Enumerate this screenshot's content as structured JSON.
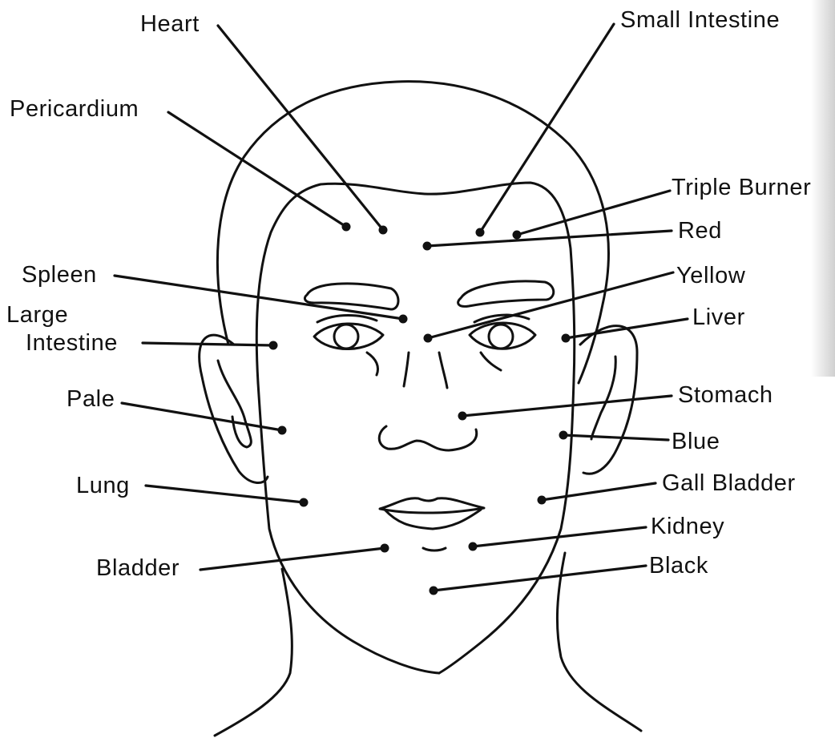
{
  "diagram": {
    "labels": {
      "heart": "Heart",
      "small_intestine": "Small Intestine",
      "pericardium": "Pericardium",
      "triple_burner": "Triple Burner",
      "red": "Red",
      "spleen": "Spleen",
      "yellow": "Yellow",
      "large_intestine_1": "Large",
      "large_intestine_2": "Intestine",
      "liver": "Liver",
      "pale": "Pale",
      "stomach": "Stomach",
      "blue": "Blue",
      "lung": "Lung",
      "gall_bladder": "Gall Bladder",
      "kidney": "Kidney",
      "bladder": "Bladder",
      "black": "Black"
    },
    "colors": {
      "ink": "#111111",
      "background": "#ffffff"
    }
  }
}
